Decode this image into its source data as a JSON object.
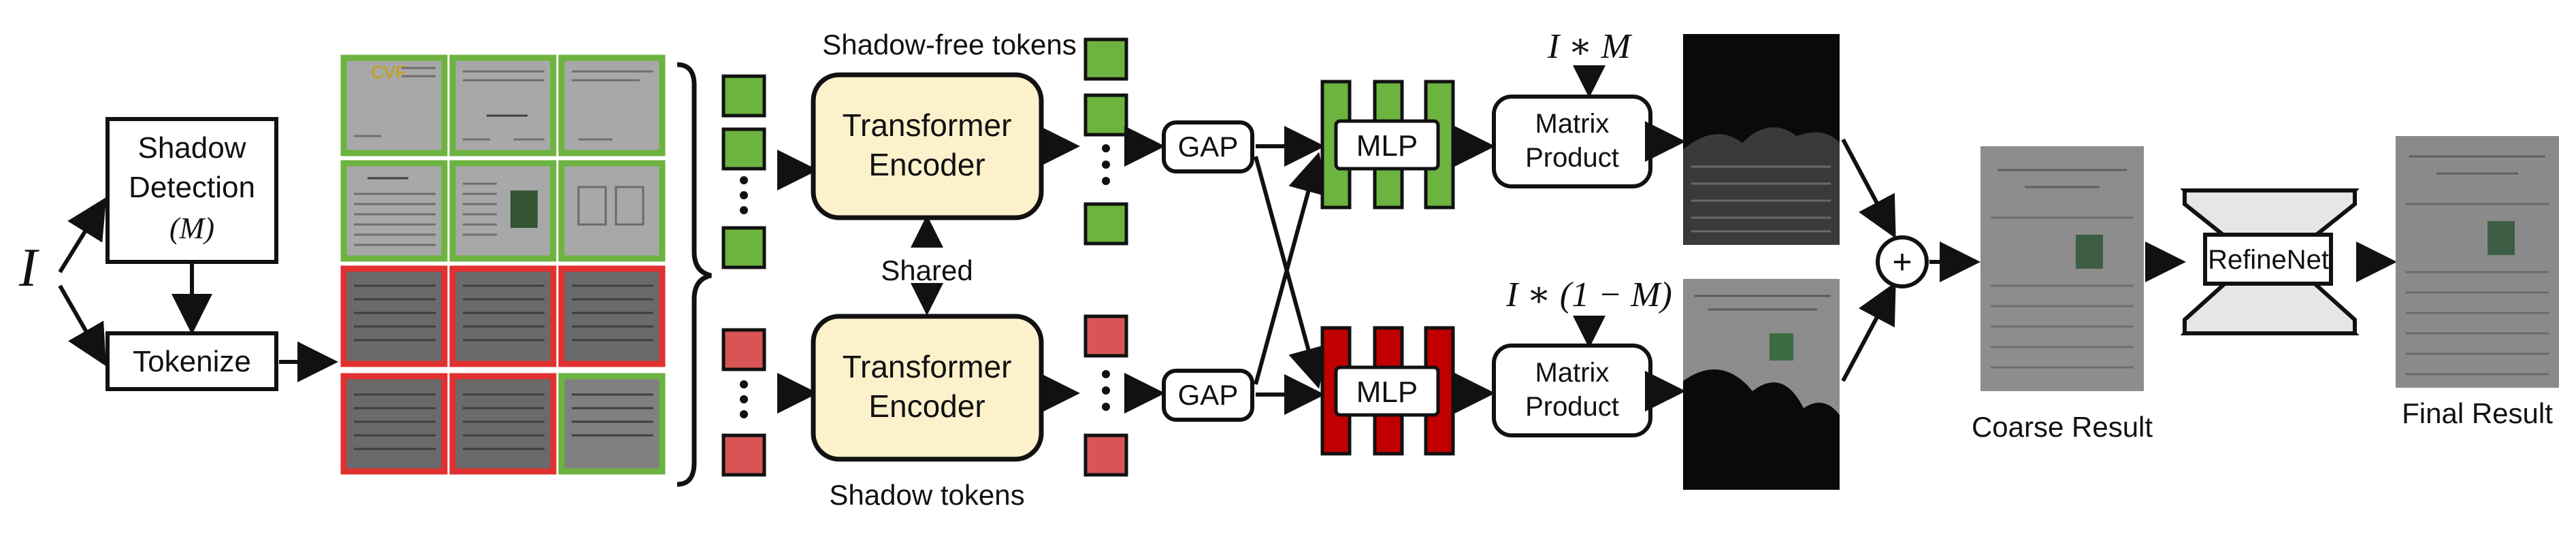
{
  "input_label": "I",
  "shadow_detection": {
    "line1": "Shadow",
    "line2": "Detection",
    "line3": "(M)"
  },
  "tokenize": {
    "label": "Tokenize"
  },
  "top_branch": {
    "tokens_label": "Shadow-free tokens",
    "encoder": {
      "line1": "Transformer",
      "line2": "Encoder"
    },
    "gap": "GAP",
    "mlp": "MLP",
    "product": {
      "line1": "Matrix",
      "line2": "Product"
    },
    "operand": "I ∗ M"
  },
  "shared_label": "Shared",
  "bottom_branch": {
    "tokens_label": "Shadow tokens",
    "encoder": {
      "line1": "Transformer",
      "line2": "Encoder"
    },
    "gap": "GAP",
    "mlp": "MLP",
    "product": {
      "line1": "Matrix",
      "line2": "Product"
    },
    "operand": "I ∗ (1 − M)"
  },
  "plus_symbol": "+",
  "coarse_result": "Coarse Result",
  "refinenet": "RefineNet",
  "final_result": "Final Result",
  "colors": {
    "shadow_free": "#6db33f",
    "shadow": "#d95555",
    "mlp_green": "#6db33f",
    "mlp_red": "#c00000",
    "encoder_fill": "#fdf1cc"
  }
}
